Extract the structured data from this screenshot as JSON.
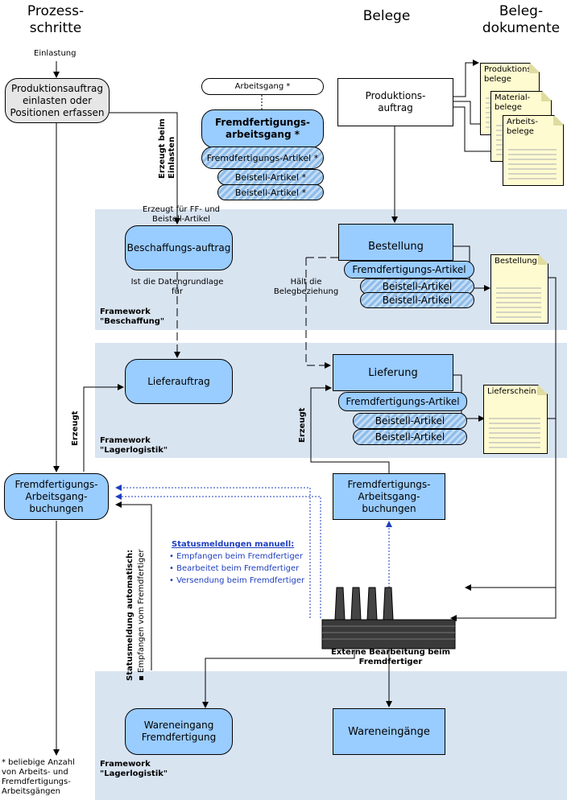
{
  "headers": {
    "process_steps_1": "Prozess-",
    "process_steps_2": "schritte",
    "documents": "Belege",
    "doc_files_1": "Beleg-",
    "doc_files_2": "dokumente"
  },
  "labels": {
    "einlastung": "Einlastung",
    "erzeugt_beim_einlasten": "Erzeugt beim Einlasten",
    "erzeugt_fuer_1": "Erzeugt für FF- und",
    "erzeugt_fuer_2": "Beistell-Artikel",
    "datengrundlage_1": "Ist die Datengrundlage",
    "datengrundlage_2": "für",
    "haelt_1": "Hält die",
    "haelt_2": "Belegbeziehung",
    "erzeugt_1": "Erzeugt",
    "erzeugt_2": "Erzeugt",
    "status_auto_1": "Statusmeldung automatisch:",
    "status_auto_2": "Empfangen vom Fremdfertiger",
    "externe_1": "Externe Bearbeitung beim",
    "externe_2": "Fremdfertiger",
    "footnote": "* beliebige Anzahl von Arbeits- und Fremdfertigungs-Arbeitsgängen"
  },
  "frameworks": {
    "beschaffung_1": "Framework",
    "beschaffung_2": "\"Beschaffung\"",
    "lager1_1": "Framework",
    "lager1_2": "\"Lagerlogistik\"",
    "lager2_1": "Framework",
    "lager2_2": "\"Lagerlogistik\""
  },
  "process_nodes": {
    "produktionsauftrag": "Produktionsauftrag einlasten oder Positionen erfassen",
    "beschaffungsauftrag": "Beschaffungs-auftrag",
    "lieferauftrag": "Lieferauftrag",
    "ff_buchungen": "Fremdfertigungs-Arbeitsgang-buchungen",
    "wareneingang": "Wareneingang Fremdfertigung"
  },
  "ops_stack": {
    "arbeitsgang": "Arbeitsgang *",
    "ff_arbeitsgang": "Fremdfertigungs-arbeitsgang *",
    "ff_artikel": "Fremdfertigungs-Artikel *",
    "beistell_1": "Beistell-Artikel *",
    "beistell_2": "Beistell-Artikel *"
  },
  "belege": {
    "produktionsauftrag": "Produktions-auftrag",
    "bestellung": "Bestellung",
    "bestellung_ff": "Fremdfertigungs-Artikel",
    "bestellung_b1": "Beistell-Artikel",
    "bestellung_b2": "Beistell-Artikel",
    "lieferung": "Lieferung",
    "lieferung_ff": "Fremdfertigungs-Artikel",
    "lieferung_b1": "Beistell-Artikel",
    "lieferung_b2": "Beistell-Artikel",
    "ff_buchungen": "Fremdfertigungs-Arbeitsgang-buchungen",
    "wareneingaenge": "Wareneingänge"
  },
  "docs": {
    "produktionsbelege": "Produktions-belege",
    "materialbelege": "Material-belege",
    "arbeitsbelege": "Arbeits-belege",
    "bestellung": "Bestellung",
    "lieferschein": "Lieferschein"
  },
  "status_manual": {
    "title": "Statusmeldungen manuell:",
    "items": [
      "Empfangen beim Fremdfertiger",
      "Bearbeitet beim Fremdfertiger",
      "Versendung beim Fremdfertiger"
    ]
  },
  "colors": {
    "band": "#d9e4f1",
    "node_blue": "#99ccff",
    "node_grey": "#e6e6e6",
    "doc_yellow": "#fffbd0",
    "status_blue": "#1f3fbf"
  }
}
